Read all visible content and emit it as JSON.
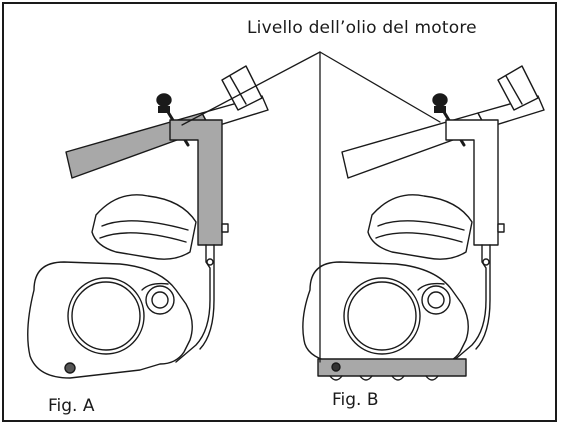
{
  "labels": {
    "title": "Livello dell’olio del motore",
    "fig_a": "Fig. A",
    "fig_b": "Fig. B"
  },
  "colors": {
    "oil_fill": "#a8a8a8",
    "line": "#1a1a1a",
    "background": "#ffffff"
  }
}
